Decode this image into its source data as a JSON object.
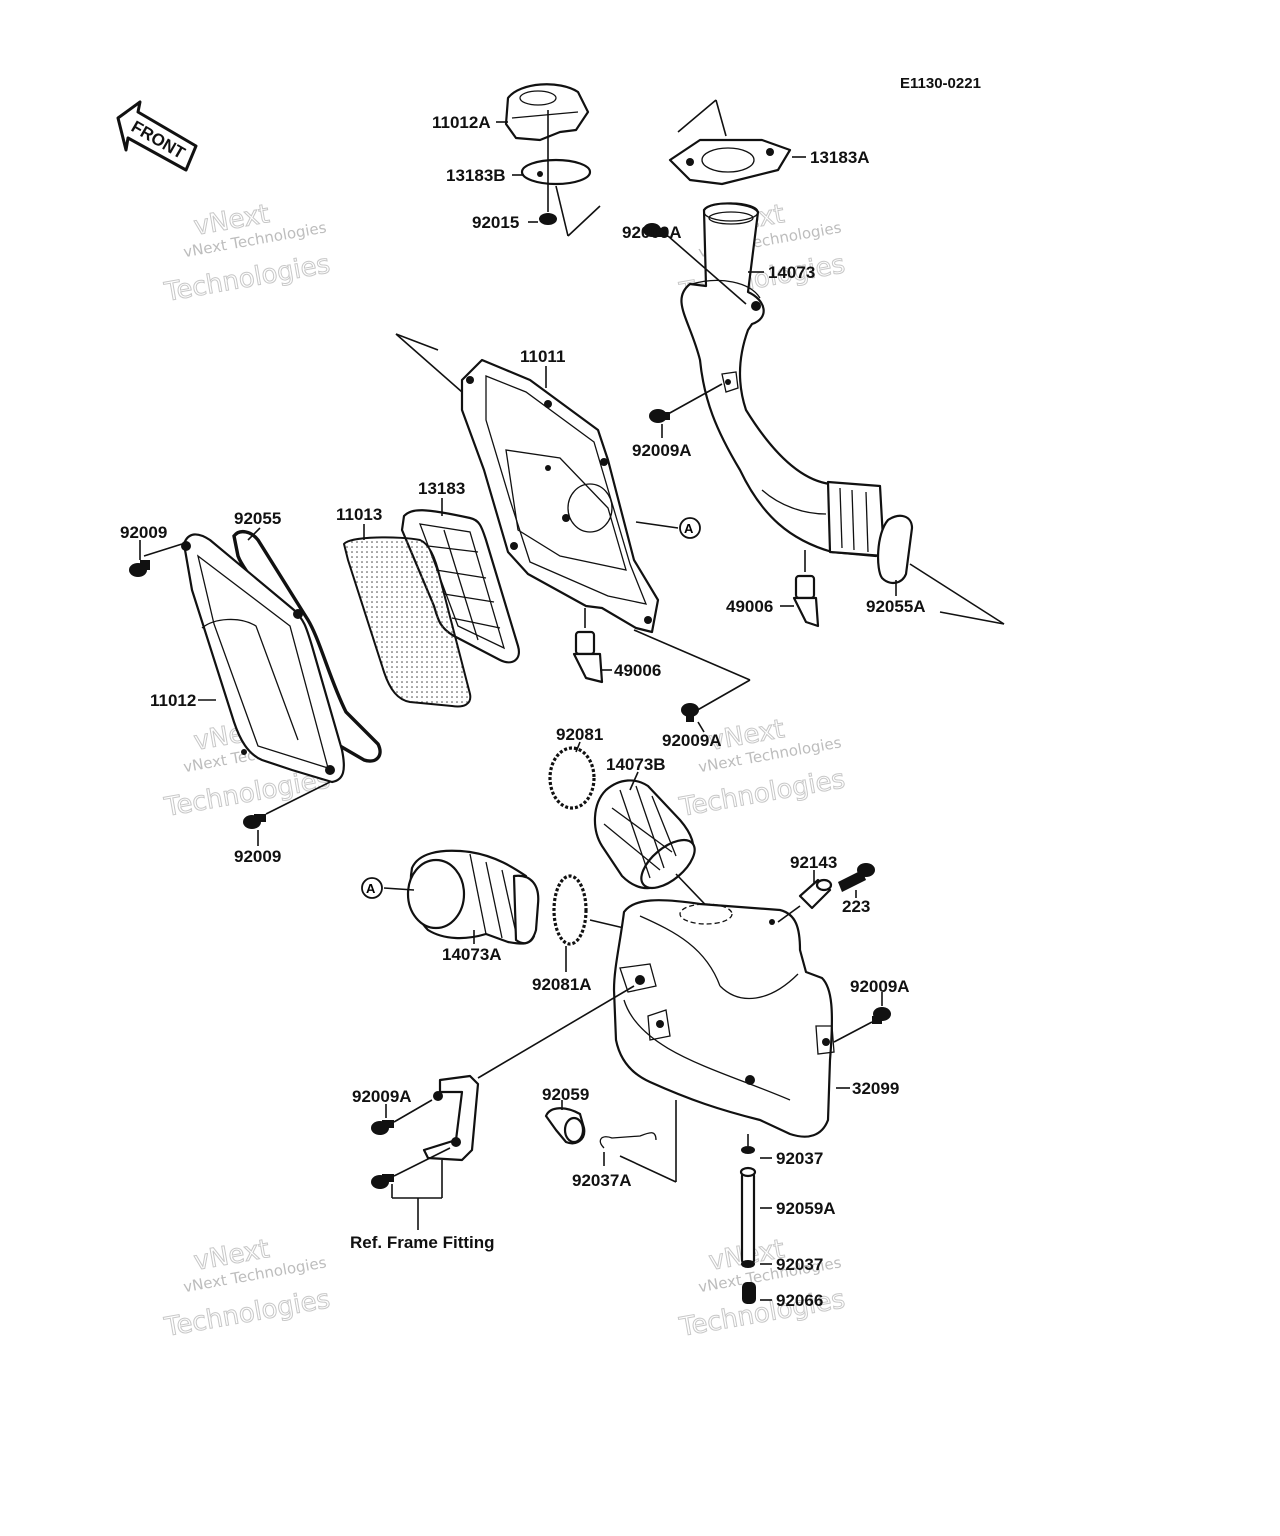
{
  "diagram_code": "E1130-0221",
  "front_label": "FRONT",
  "ref_marker": "A",
  "watermark": {
    "line1": "vNext Technologies",
    "line2": "vNext",
    "line3": "Technologies"
  },
  "parts": {
    "p11012A": "11012A",
    "p13183B": "13183B",
    "p92015": "92015",
    "p13183A": "13183A",
    "p92009A_top": "92009A",
    "p14073": "14073",
    "p11011": "11011",
    "p92009A_mid": "92009A",
    "p13183": "13183",
    "p11013": "11013",
    "p92055": "92055",
    "p92009_top": "92009",
    "p49006_right": "49006",
    "p92055A": "92055A",
    "p49006_center": "49006",
    "p11012": "11012",
    "p92009A_low": "92009A",
    "p92081": "92081",
    "p14073B": "14073B",
    "p92009_bottom": "92009",
    "p92143": "92143",
    "p223": "223",
    "p14073A": "14073A",
    "p92081A": "92081A",
    "p92009A_right": "92009A",
    "p32099": "32099",
    "p92009A_left": "92009A",
    "p92059": "92059",
    "p92037A": "92037A",
    "p92037_top": "92037",
    "p92059A": "92059A",
    "p92037_bottom": "92037",
    "p92066": "92066",
    "ref_frame": "Ref. Frame Fitting"
  }
}
